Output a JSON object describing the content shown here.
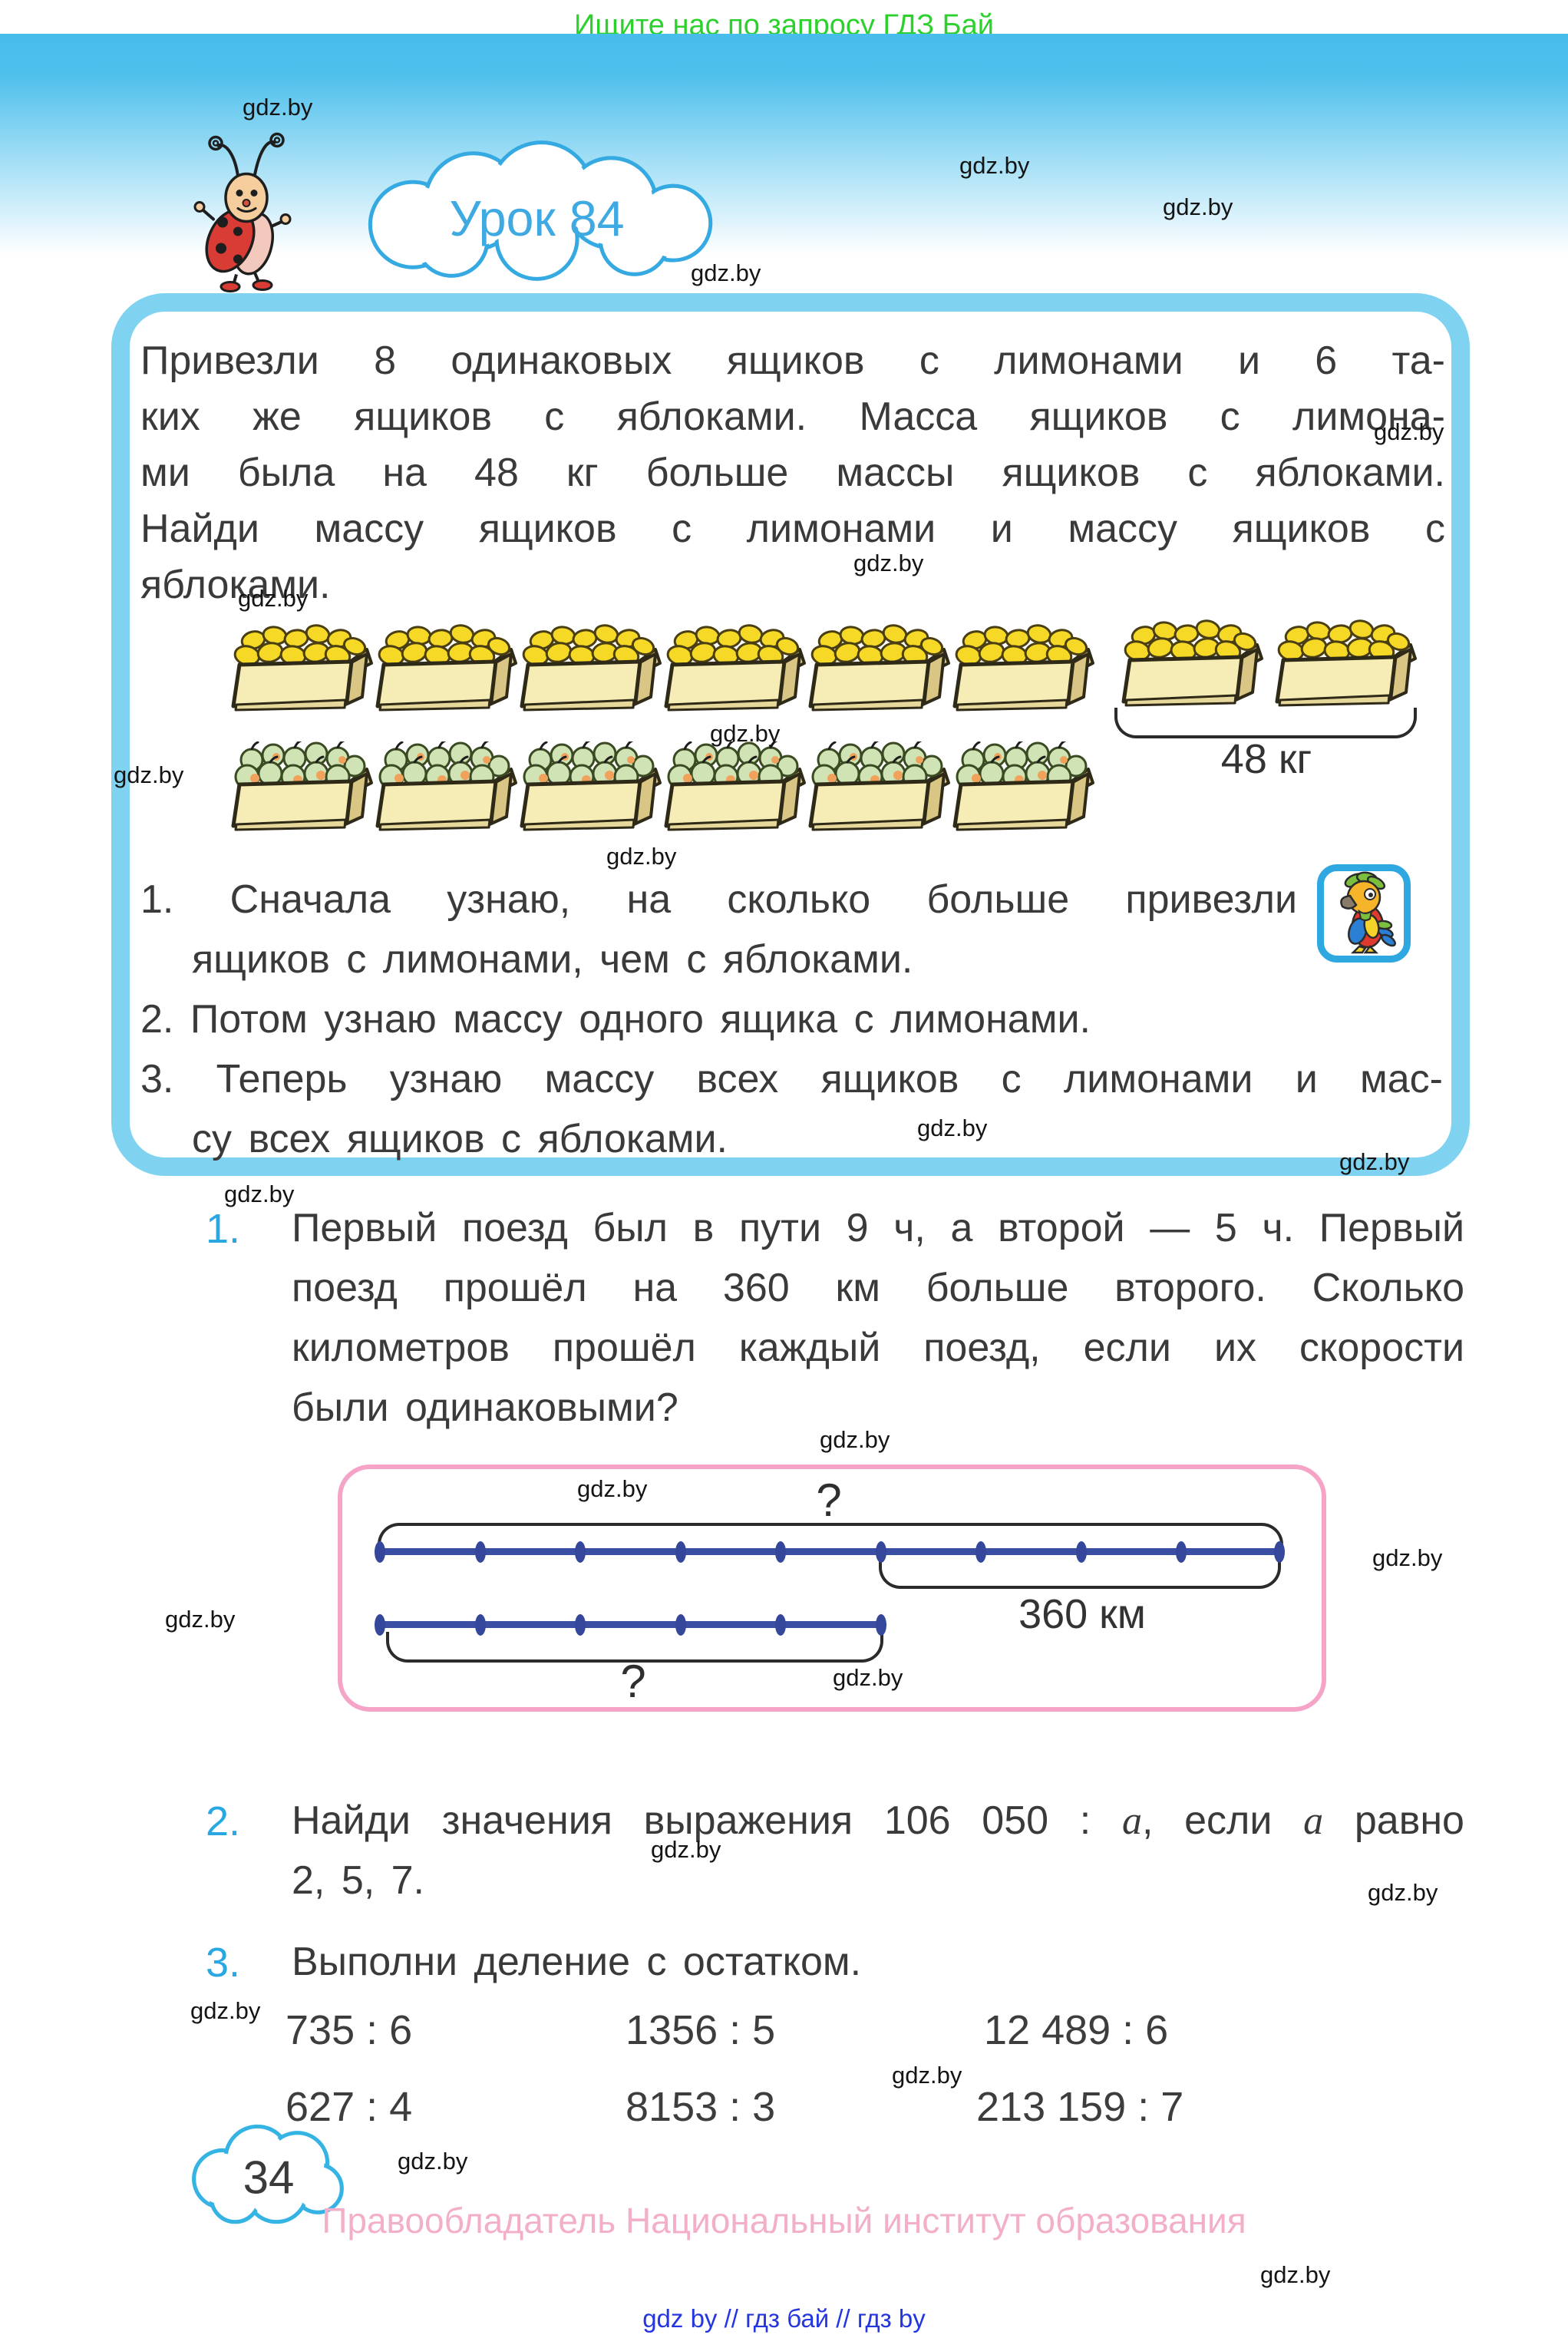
{
  "page": {
    "top_banner": "Ищите нас по запросу ГДЗ Бай",
    "lesson_title": "Урок 84",
    "page_number": "34",
    "copyright": "Правообладатель Национальный институт образования",
    "footer_links": "gdz by  //  гдз бай  //  гдз by",
    "watermark": "gdz.by"
  },
  "task_box": {
    "problem_lines": [
      "Привезли 8 одинаковых ящиков с лимонами и 6 та-",
      "ких же ящиков с яблоками. Масса ящиков с лимона-",
      "ми была на 48 кг больше массы ящиков с яблоками.",
      "Найди массу ящиков с лимонами и массу ящиков с",
      "яблоками."
    ],
    "illustration": {
      "lemon_boxes": 8,
      "apple_boxes": 6,
      "bracket_label": "48 кг"
    },
    "steps": [
      {
        "num": "1.",
        "line1": "Сначала узнаю, на сколько больше привезли",
        "line2": "ящиков с лимонами, чем с яблоками."
      },
      {
        "num": "2.",
        "line1": "Потом узнаю массу одного ящика с лимонами.",
        "line2": ""
      },
      {
        "num": "3.",
        "line1": "Теперь узнаю массу всех ящиков с лимонами и мас-",
        "line2": "су всех ящиков с яблоками."
      }
    ]
  },
  "problem1": {
    "num": "1.",
    "lines": [
      "Первый поезд был в пути 9 ч, а второй — 5 ч. Первый",
      "поезд прошёл на 360 км больше второго. Сколько",
      "километров прошёл каждый поезд, если их скорости",
      "были одинаковыми?"
    ]
  },
  "diagram": {
    "top_question": "?",
    "bottom_question": "?",
    "difference_label": "360 км",
    "top_dots": 10,
    "bottom_dots": 6
  },
  "problem2": {
    "num": "2.",
    "pre": "Найди значения выражения 106 050 : ",
    "var1": "a",
    "mid": ", если ",
    "var2": "a",
    "post": " равно",
    "line2": "2, 5, 7."
  },
  "problem3": {
    "num": "3.",
    "title": "Выполни деление с остатком.",
    "rows": [
      [
        "735 : 6",
        "1356 : 5",
        "12 489 : 6"
      ],
      [
        "627 : 4",
        "8153 : 3",
        "213 159 : 7"
      ]
    ]
  },
  "colors": {
    "header_blue": "#47bdeb",
    "box_border_blue": "#7fd3f1",
    "task_number_blue": "#29a7e2",
    "diagram_line_blue": "#3a4fa3",
    "diagram_border_pink": "#f5a3c7",
    "copyright_pink": "#f3afca",
    "banner_green": "#2dd12d",
    "lemon_yellow": "#f6d826",
    "apple_green": "#cfe3b4"
  }
}
